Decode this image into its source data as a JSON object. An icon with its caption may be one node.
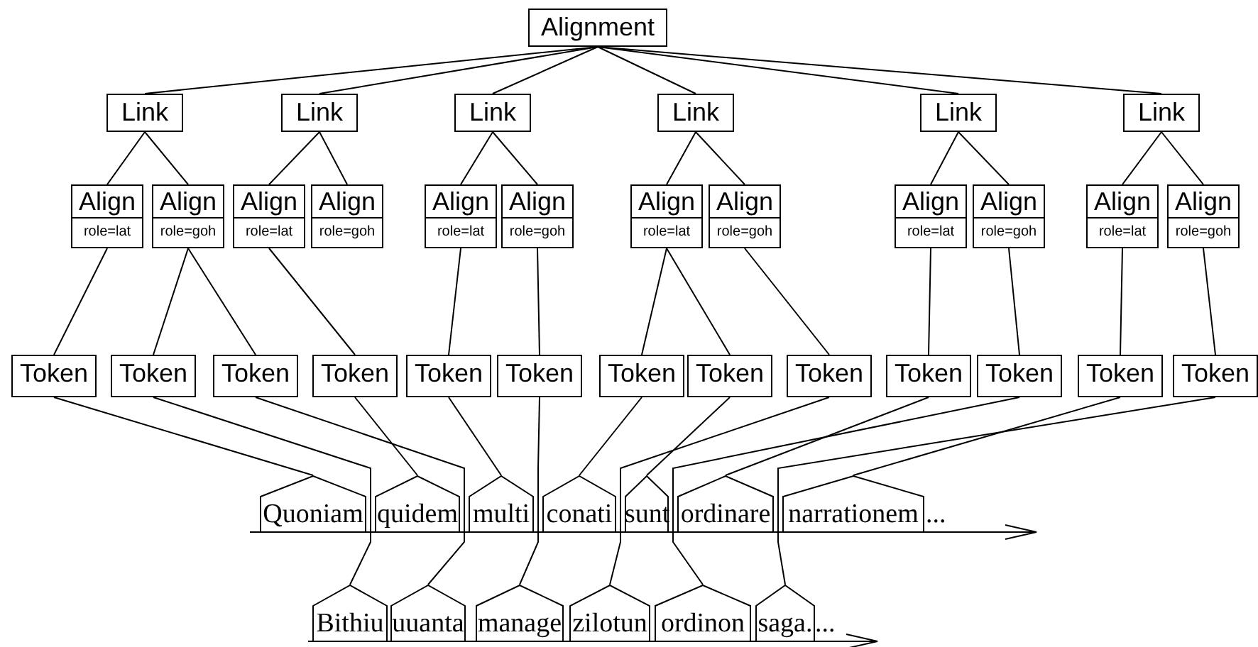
{
  "diagram": {
    "nodes": [
      {
        "text": [
          "Alignment"
        ]
      },
      {
        "text": [
          "Link"
        ]
      },
      {
        "text": [
          "Link"
        ]
      },
      {
        "text": [
          "Link"
        ]
      },
      {
        "text": [
          "Link"
        ]
      },
      {
        "text": [
          "Link"
        ]
      },
      {
        "text": [
          "Link"
        ]
      },
      {
        "text": [
          "Align",
          "role=lat"
        ]
      },
      {
        "text": [
          "Align",
          "role=goh"
        ]
      },
      {
        "text": [
          "Align",
          "role=lat"
        ]
      },
      {
        "text": [
          "Align",
          "role=goh"
        ]
      },
      {
        "text": [
          "Align",
          "role=lat"
        ]
      },
      {
        "text": [
          "Align",
          "role=goh"
        ]
      },
      {
        "text": [
          "Align",
          "role=lat"
        ]
      },
      {
        "text": [
          "Align",
          "role=goh"
        ]
      },
      {
        "text": [
          "Align",
          "role=lat"
        ]
      },
      {
        "text": [
          "Align",
          "role=goh"
        ]
      },
      {
        "text": [
          "Align",
          "role=lat"
        ]
      },
      {
        "text": [
          "Align",
          "role=goh"
        ]
      },
      {
        "text": [
          "Token"
        ]
      },
      {
        "text": [
          "Token"
        ]
      },
      {
        "text": [
          "Token"
        ]
      },
      {
        "text": [
          "Token"
        ]
      },
      {
        "text": [
          "Token"
        ]
      },
      {
        "text": [
          "Token"
        ]
      },
      {
        "text": [
          "Token"
        ]
      },
      {
        "text": [
          "Token"
        ]
      },
      {
        "text": [
          "Token"
        ]
      },
      {
        "text": [
          "Token"
        ]
      },
      {
        "text": [
          "Token"
        ]
      },
      {
        "text": [
          "Token"
        ]
      },
      {
        "text": [
          "Token"
        ]
      },
      {
        "text": [
          "Quoniam"
        ]
      },
      {
        "text": [
          "quidem"
        ]
      },
      {
        "text": [
          "multi"
        ]
      },
      {
        "text": [
          "conati"
        ]
      },
      {
        "text": [
          "sunt"
        ]
      },
      {
        "text": [
          "ordinare"
        ]
      },
      {
        "text": [
          "narrationem"
        ]
      },
      {
        "text": [
          "Bithiu"
        ]
      },
      {
        "text": [
          "uuanta"
        ]
      },
      {
        "text": [
          "manage"
        ]
      },
      {
        "text": [
          "zilotun"
        ]
      },
      {
        "text": [
          "ordinon"
        ]
      },
      {
        "text": [
          "saga."
        ]
      }
    ],
    "edges": [
      {
        "from": 0,
        "to": 1,
        "arrow": "none"
      },
      {
        "from": 0,
        "to": 2,
        "arrow": "none"
      },
      {
        "from": 0,
        "to": 3,
        "arrow": "none"
      },
      {
        "from": 0,
        "to": 4,
        "arrow": "none"
      },
      {
        "from": 0,
        "to": 5,
        "arrow": "none"
      },
      {
        "from": 0,
        "to": 6,
        "arrow": "none"
      },
      {
        "from": 1,
        "to": 7,
        "arrow": "none"
      },
      {
        "from": 1,
        "to": 8,
        "arrow": "none"
      },
      {
        "from": 2,
        "to": 9,
        "arrow": "none"
      },
      {
        "from": 2,
        "to": 10,
        "arrow": "none"
      },
      {
        "from": 3,
        "to": 11,
        "arrow": "none"
      },
      {
        "from": 3,
        "to": 12,
        "arrow": "none"
      },
      {
        "from": 4,
        "to": 13,
        "arrow": "none"
      },
      {
        "from": 4,
        "to": 14,
        "arrow": "none"
      },
      {
        "from": 5,
        "to": 15,
        "arrow": "none"
      },
      {
        "from": 5,
        "to": 16,
        "arrow": "none"
      },
      {
        "from": 6,
        "to": 17,
        "arrow": "none"
      },
      {
        "from": 6,
        "to": 18,
        "arrow": "none"
      },
      {
        "from": 7,
        "to": 19,
        "arrow": "none"
      },
      {
        "from": 8,
        "to": 20,
        "arrow": "none"
      },
      {
        "from": 8,
        "to": 21,
        "arrow": "none"
      },
      {
        "from": 9,
        "to": 22,
        "arrow": "none"
      },
      {
        "from": 11,
        "to": 23,
        "arrow": "none"
      },
      {
        "from": 12,
        "to": 24,
        "arrow": "none"
      },
      {
        "from": 13,
        "to": 25,
        "arrow": "none"
      },
      {
        "from": 13,
        "to": 26,
        "arrow": "none"
      },
      {
        "from": 14,
        "to": 27,
        "arrow": "none"
      },
      {
        "from": 15,
        "to": 28,
        "arrow": "none"
      },
      {
        "from": 16,
        "to": 29,
        "arrow": "none"
      },
      {
        "from": 17,
        "to": 30,
        "arrow": "none"
      },
      {
        "from": 18,
        "to": 31,
        "arrow": "none"
      },
      {
        "from": 19,
        "to": 32,
        "arrow": "none"
      },
      {
        "from": 20,
        "to": 39,
        "arrow": "none"
      },
      {
        "from": 21,
        "to": 40,
        "arrow": "none"
      },
      {
        "from": 22,
        "to": 33,
        "arrow": "none"
      },
      {
        "from": 23,
        "to": 34,
        "arrow": "none"
      },
      {
        "from": 24,
        "to": 41,
        "arrow": "none"
      },
      {
        "from": 25,
        "to": 35,
        "arrow": "none"
      },
      {
        "from": 26,
        "to": 36,
        "arrow": "none"
      },
      {
        "from": 27,
        "to": 42,
        "arrow": "none"
      },
      {
        "from": 28,
        "to": 37,
        "arrow": "none"
      },
      {
        "from": 29,
        "to": 43,
        "arrow": "none"
      },
      {
        "from": 30,
        "to": 38,
        "arrow": "none"
      },
      {
        "from": 31,
        "to": 44,
        "arrow": "none"
      }
    ],
    "labels": [
      "...",
      "..."
    ]
  }
}
